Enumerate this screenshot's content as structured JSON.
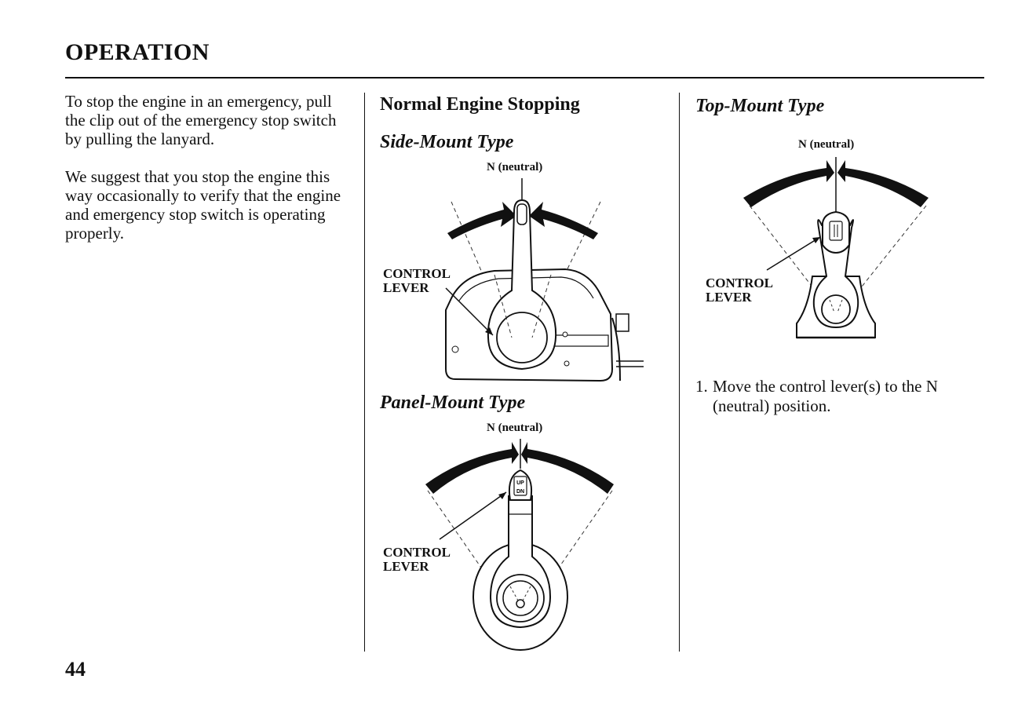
{
  "header": {
    "section_title": "OPERATION"
  },
  "intro": {
    "paragraph_1": "To stop the engine in an emergency, pull the clip out of the emergency stop switch by pulling the lanyard.",
    "paragraph_2": "We suggest that you stop the engine this way occasionally to verify that the engine and emergency stop switch is operating properly."
  },
  "normal_stopping": {
    "heading": "Normal Engine Stopping",
    "side_mount": {
      "title": "Side-Mount Type",
      "neutral_label": "N (neutral)",
      "lever_label_line1": "CONTROL",
      "lever_label_line2": "LEVER"
    },
    "panel_mount": {
      "title": "Panel-Mount Type",
      "neutral_label": "N (neutral)",
      "lever_label_line1": "CONTROL",
      "lever_label_line2": "LEVER",
      "switch_up": "UP",
      "switch_dn": "DN"
    },
    "top_mount": {
      "title": "Top-Mount Type",
      "neutral_label": "N (neutral)",
      "lever_label_line1": "CONTROL",
      "lever_label_line2": "LEVER"
    }
  },
  "steps": [
    {
      "number": "1.",
      "text": "Move the control lever(s) to the N (neutral) position."
    }
  ],
  "footer": {
    "page_number": "44"
  }
}
